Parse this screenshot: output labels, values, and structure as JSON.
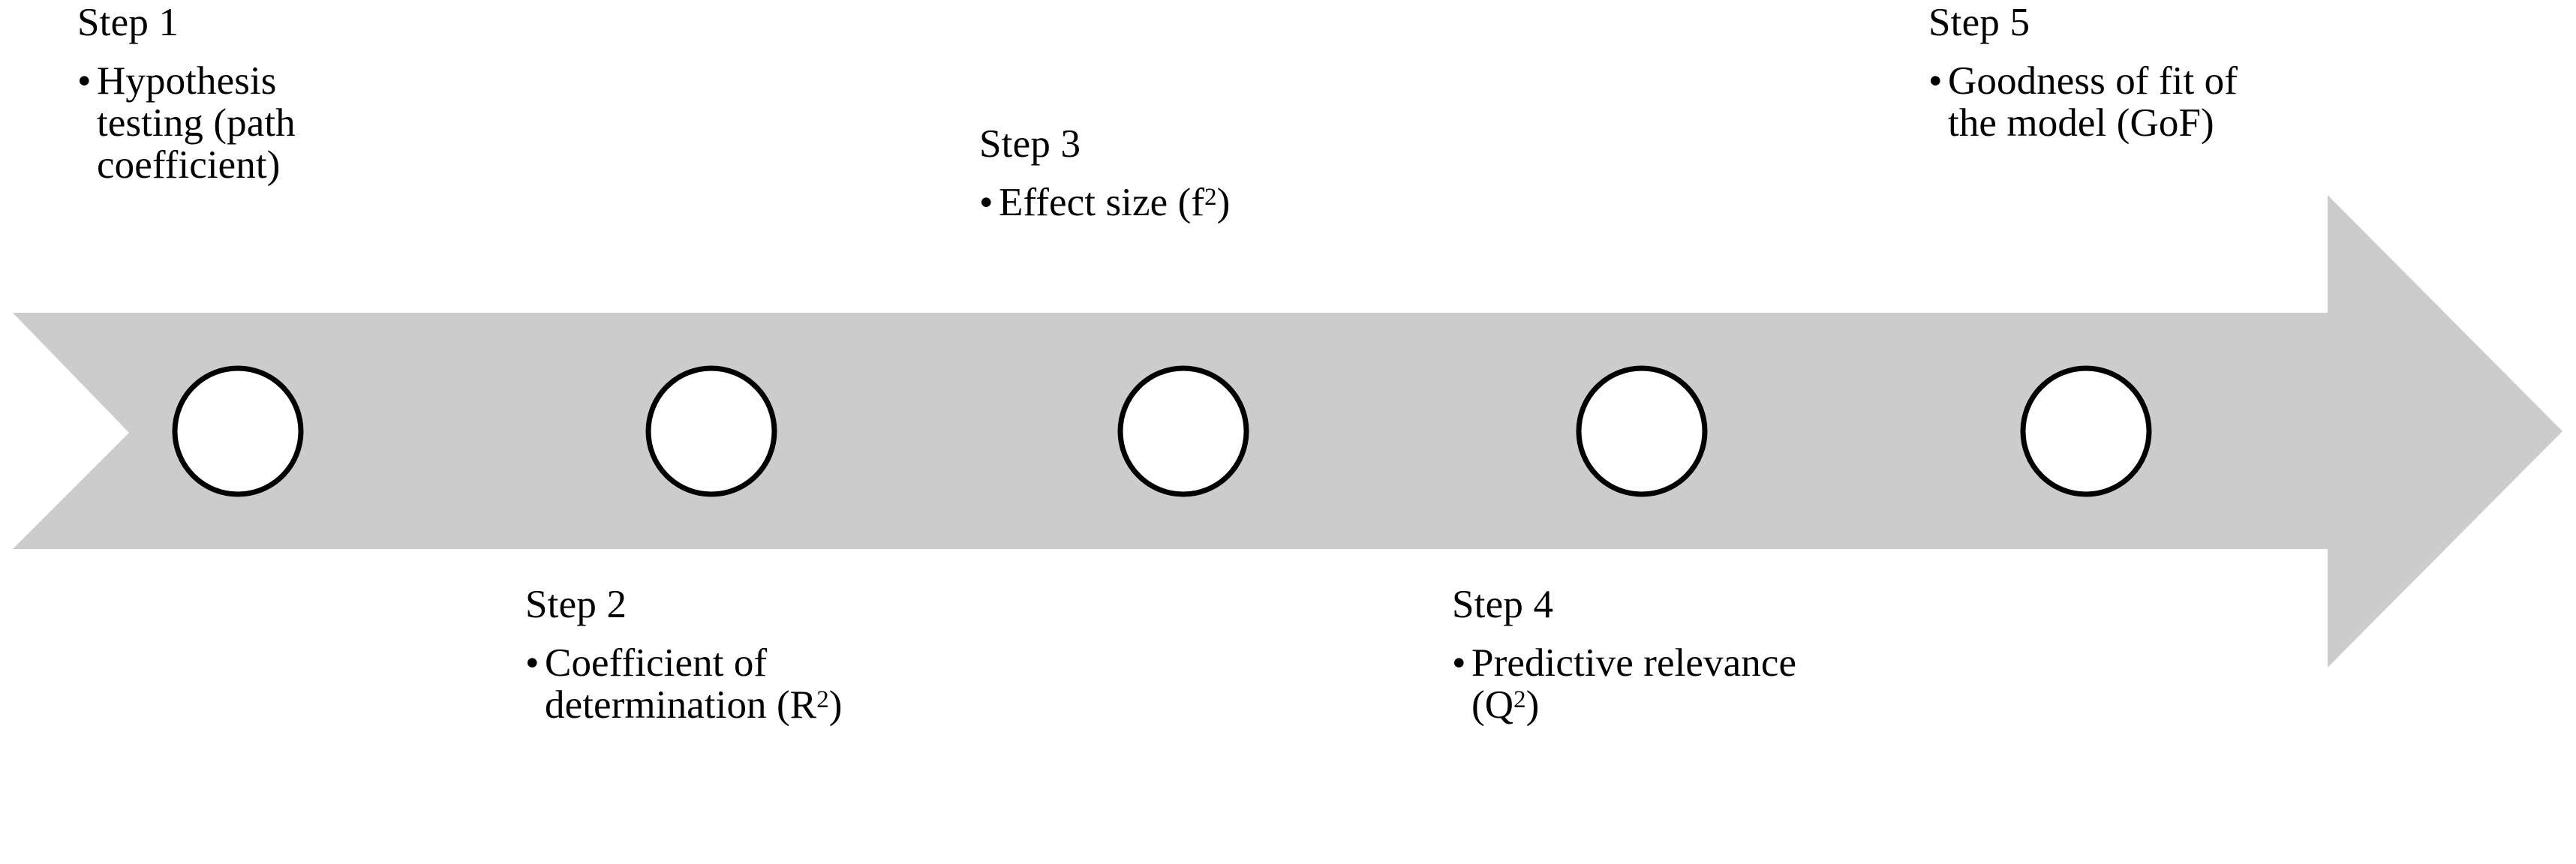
{
  "figure": {
    "background_color": "#ffffff",
    "arrow": {
      "name": "process-arrow",
      "fill_color": "#cccccc",
      "direction": "right",
      "node_count": 5,
      "node_fill_color": "#ffffff",
      "node_stroke_color": "#000000"
    }
  },
  "steps": [
    {
      "id": "step-1",
      "position": "above",
      "title": "Step 1",
      "bullets": [
        {
          "text_before": "Hypothesis testing (path coefficient)",
          "superscript": "",
          "text_after": ""
        }
      ]
    },
    {
      "id": "step-2",
      "position": "below",
      "title": "Step 2",
      "bullets": [
        {
          "text_before": "Coefficient of determination (R",
          "superscript": "2",
          "text_after": ")"
        }
      ]
    },
    {
      "id": "step-3",
      "position": "above",
      "title": "Step 3",
      "bullets": [
        {
          "text_before": "Effect size (f",
          "superscript": "2",
          "text_after": ")"
        }
      ]
    },
    {
      "id": "step-4",
      "position": "below",
      "title": "Step 4",
      "bullets": [
        {
          "text_before": "Predictive relevance (Q",
          "superscript": "2",
          "text_after": ")"
        }
      ]
    },
    {
      "id": "step-5",
      "position": "above",
      "title": "Step 5",
      "bullets": [
        {
          "text_before": "Goodness of fit of the model (GoF)",
          "superscript": "",
          "text_after": ""
        }
      ]
    }
  ],
  "bullet_glyph": "•"
}
